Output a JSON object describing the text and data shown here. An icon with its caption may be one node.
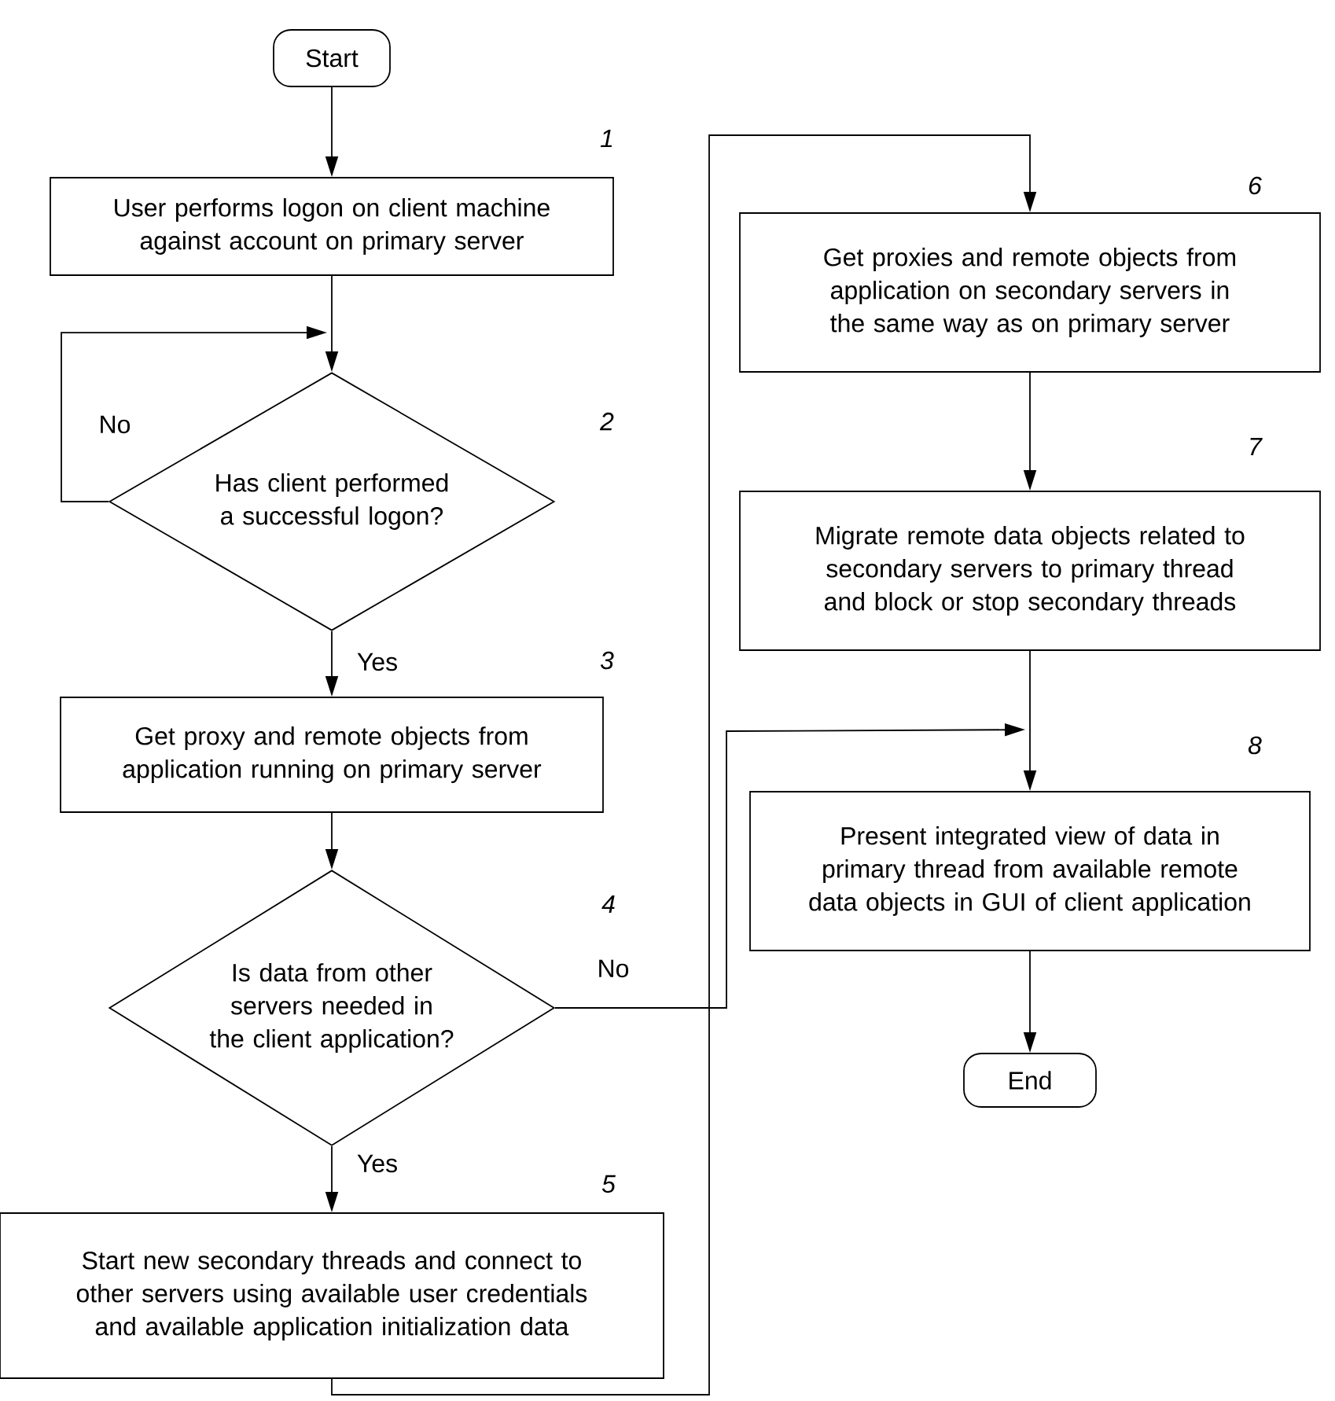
{
  "diagram": {
    "nodes": [
      {
        "text": [
          "Start"
        ]
      },
      {
        "text": [
          "User performs logon on client machine against account on primary server"
        ],
        "beside": [
          "1"
        ]
      },
      {
        "text": [
          "Has client performed a successful logon?"
        ],
        "beside": [
          "2"
        ]
      },
      {
        "text": [
          "Get proxy and remote objects from application running on primary server"
        ],
        "beside": [
          "3"
        ]
      },
      {
        "text": [
          "Is data from other servers needed in the client application?"
        ],
        "beside": [
          "4"
        ]
      },
      {
        "text": [
          "Start new secondary threads and connect to other servers using available user credentials and available application initialization data"
        ],
        "beside": [
          "5"
        ]
      },
      {
        "text": [
          "Get proxies and remote objects from application on secondary servers in the same way as on primary server"
        ],
        "beside": [
          "6"
        ]
      },
      {
        "text": [
          "Migrate remote data objects related to secondary servers to primary thread and block or stop secondary threads"
        ],
        "beside": [
          "7"
        ]
      },
      {
        "text": [
          "Present integrated view of data in primary thread from available remote data objects in GUI of client application"
        ],
        "beside": [
          "8"
        ]
      },
      {
        "text": [
          "End"
        ]
      }
    ],
    "edges": [
      {
        "from": 0,
        "to": 1,
        "arrow": "to"
      },
      {
        "from": 1,
        "to": 2,
        "arrow": "to"
      },
      {
        "from": 2,
        "to": 2,
        "arrow": "to",
        "label": "No"
      },
      {
        "from": 2,
        "to": 3,
        "arrow": "to",
        "label": "Yes"
      },
      {
        "from": 3,
        "to": 4,
        "arrow": "to"
      },
      {
        "from": 4,
        "to": 5,
        "arrow": "to",
        "label": "Yes"
      },
      {
        "from": 4,
        "to": 8,
        "arrow": "to",
        "label": "No"
      },
      {
        "from": 5,
        "to": 6,
        "arrow": "to"
      },
      {
        "from": 6,
        "to": 7,
        "arrow": "to"
      },
      {
        "from": 7,
        "to": 8,
        "arrow": "to"
      },
      {
        "from": 8,
        "to": 9,
        "arrow": "to"
      }
    ]
  }
}
